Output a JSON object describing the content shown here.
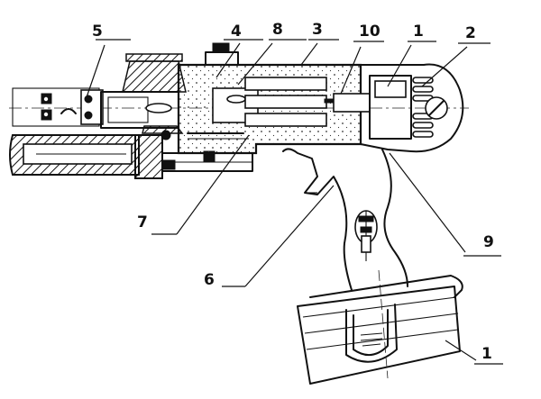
{
  "callouts": [
    {
      "id": "5",
      "text": "5"
    },
    {
      "id": "4",
      "text": "4"
    },
    {
      "id": "8",
      "text": "8"
    },
    {
      "id": "3",
      "text": "3"
    },
    {
      "id": "10",
      "text": "10"
    },
    {
      "id": "1a",
      "text": "1"
    },
    {
      "id": "2",
      "text": "2"
    },
    {
      "id": "9",
      "text": "9"
    },
    {
      "id": "7",
      "text": "7"
    },
    {
      "id": "6",
      "text": "6"
    },
    {
      "id": "1b",
      "text": "1"
    }
  ]
}
